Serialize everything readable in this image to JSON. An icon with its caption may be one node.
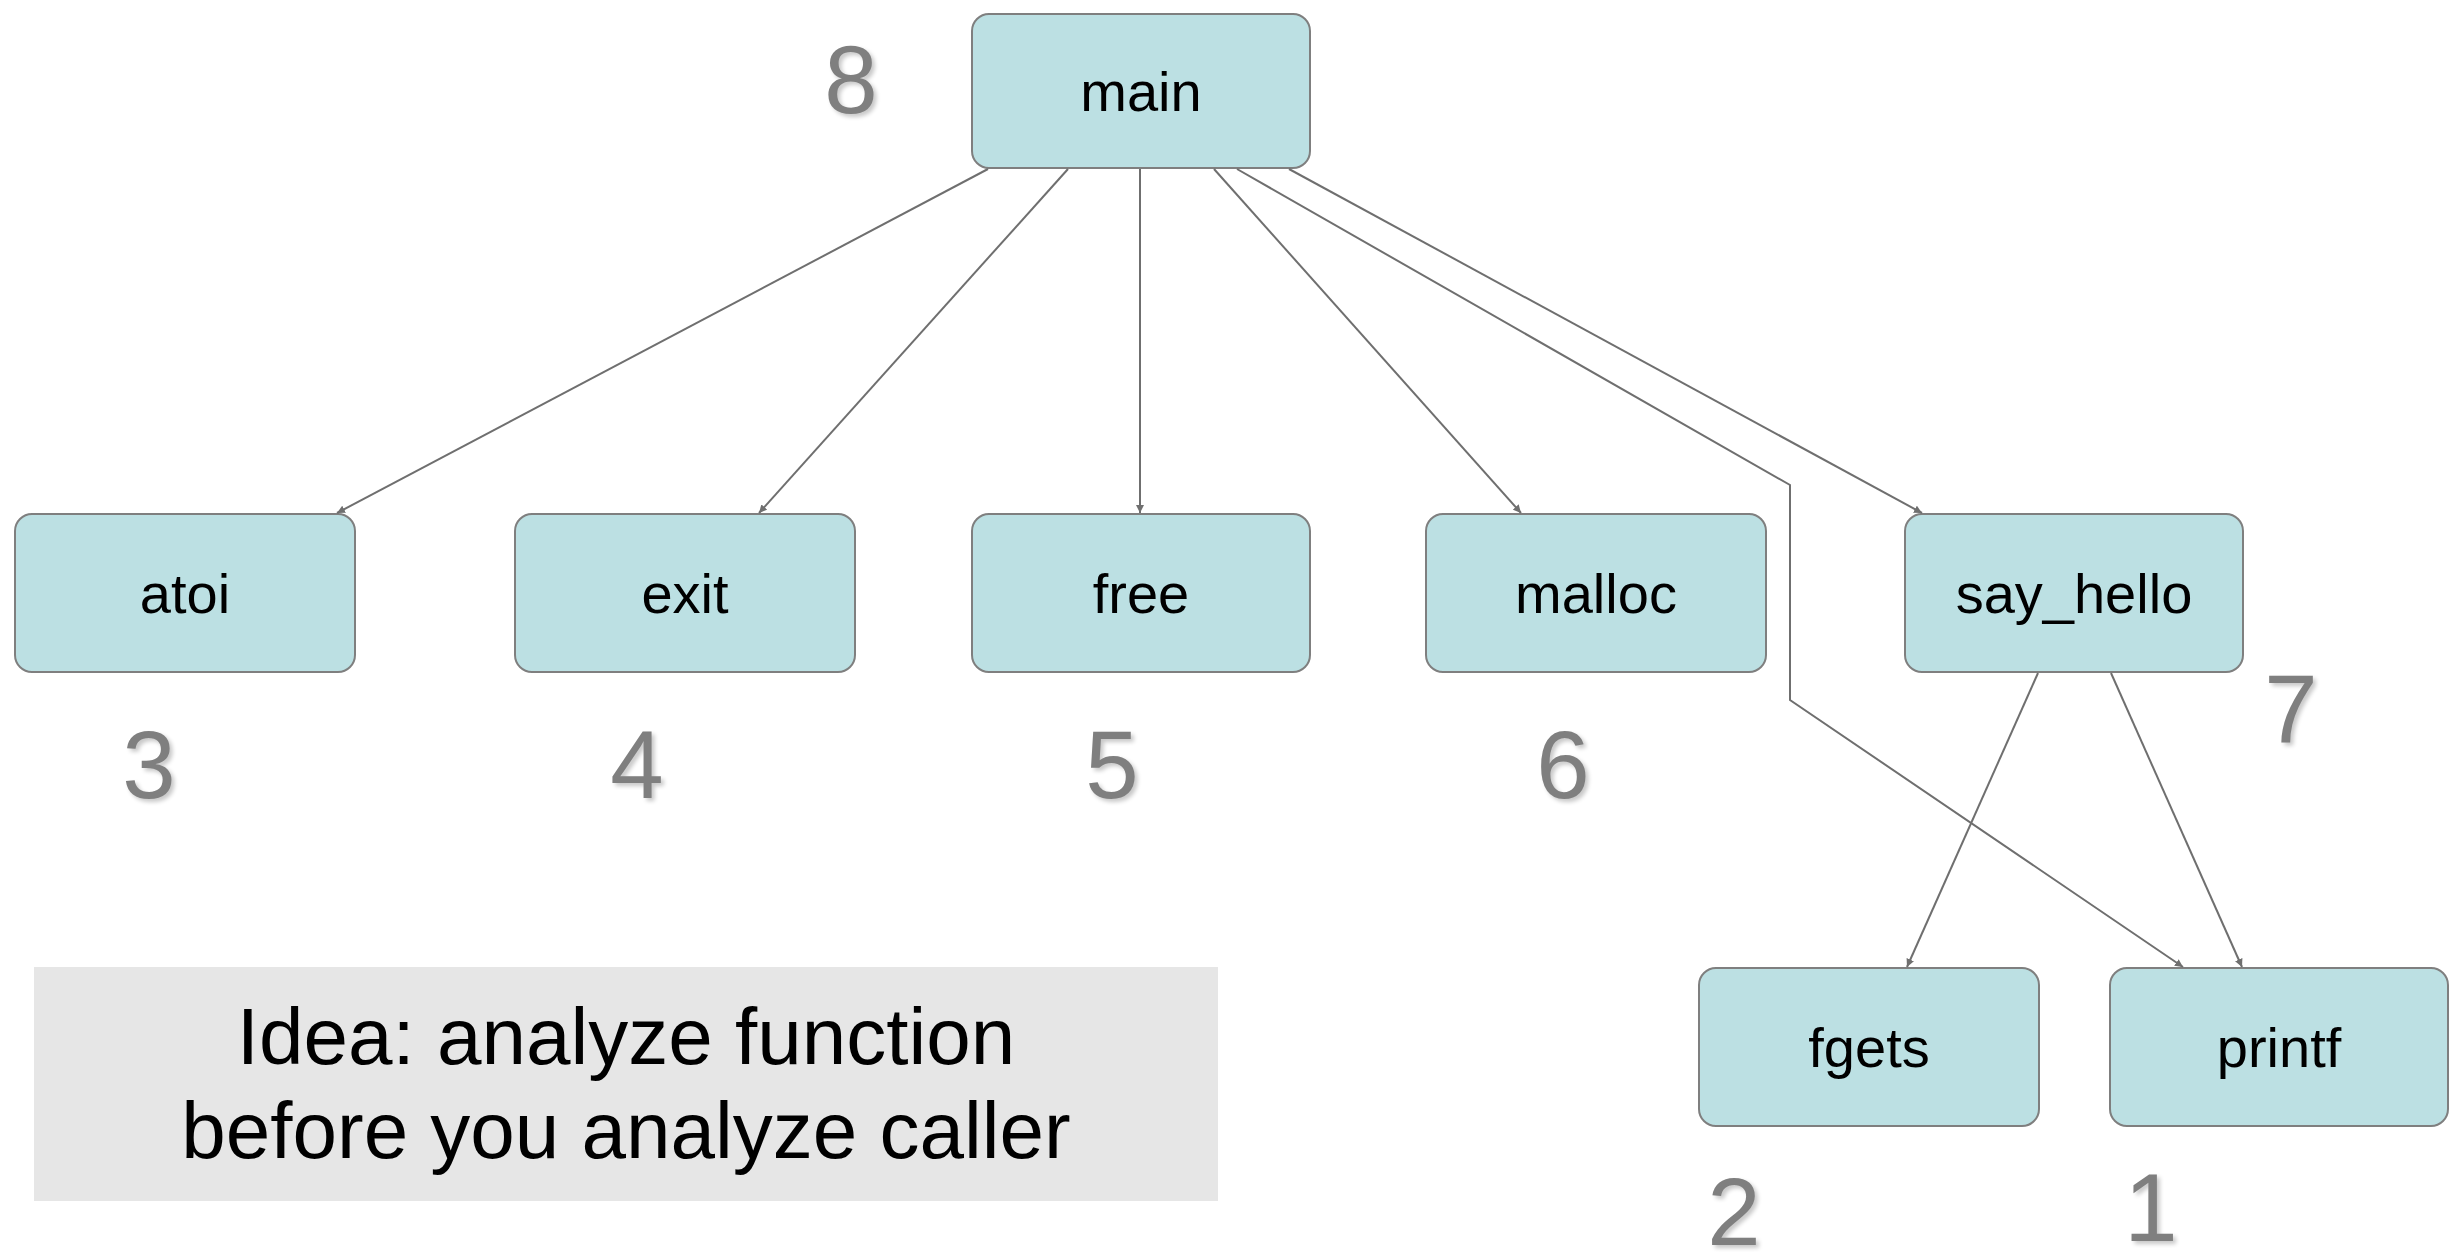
{
  "diagram": {
    "nodes": [
      {
        "text": [
          "main"
        ],
        "beside": [
          "8"
        ]
      },
      {
        "text": [
          "atoi"
        ],
        "beside": [
          "3"
        ]
      },
      {
        "text": [
          "exit"
        ],
        "beside": [
          "4"
        ]
      },
      {
        "text": [
          "free"
        ],
        "beside": [
          "5"
        ]
      },
      {
        "text": [
          "malloc"
        ],
        "beside": [
          "6"
        ]
      },
      {
        "text": [
          "say_hello"
        ],
        "beside": [
          "7"
        ]
      },
      {
        "text": [
          "Idea: analyze function before you analyze caller"
        ]
      },
      {
        "text": [
          "fgets"
        ],
        "beside": [
          "2"
        ]
      },
      {
        "text": [
          "printf"
        ],
        "beside": [
          "1"
        ]
      }
    ],
    "edges": [
      {
        "from": 0,
        "to": 1,
        "arrow": "to"
      },
      {
        "from": 0,
        "to": 2,
        "arrow": "to"
      },
      {
        "from": 0,
        "to": 3,
        "arrow": "to"
      },
      {
        "from": 0,
        "to": 4,
        "arrow": "to"
      },
      {
        "from": 0,
        "to": 8,
        "arrow": "to"
      },
      {
        "from": 0,
        "to": 5,
        "arrow": "to"
      },
      {
        "from": 5,
        "to": 7,
        "arrow": "to"
      },
      {
        "from": 5,
        "to": 8,
        "arrow": "to"
      }
    ]
  }
}
